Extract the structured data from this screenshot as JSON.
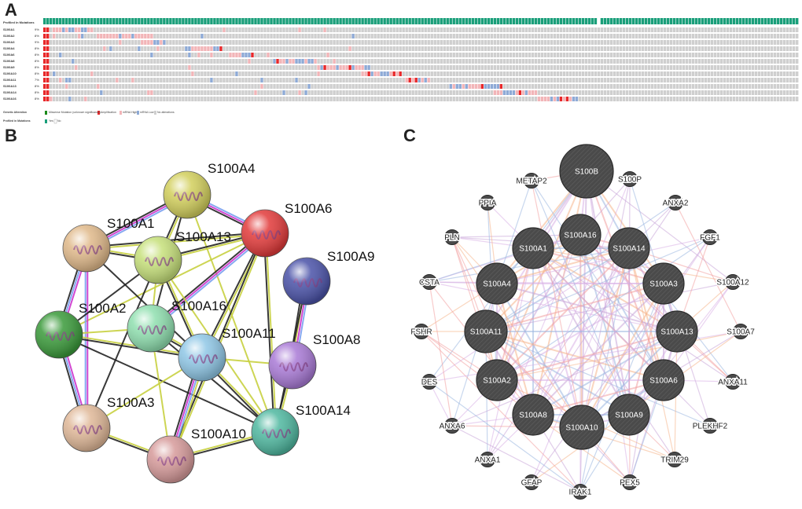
{
  "panels": {
    "a_letter": "A",
    "b_letter": "B",
    "c_letter": "C"
  },
  "oncoprint": {
    "header_label": "Profiled in Mutations",
    "genes": [
      {
        "name": "S100A1",
        "pct": "9%"
      },
      {
        "name": "S100A2",
        "pct": "8%"
      },
      {
        "name": "S100A3",
        "pct": "9%"
      },
      {
        "name": "S100A4",
        "pct": "8%"
      },
      {
        "name": "S100A6",
        "pct": "8%"
      },
      {
        "name": "S100A8",
        "pct": "8%"
      },
      {
        "name": "S100A9",
        "pct": "8%"
      },
      {
        "name": "S100A10",
        "pct": "8%"
      },
      {
        "name": "S100A11",
        "pct": "7%"
      },
      {
        "name": "S100A13",
        "pct": "8%"
      },
      {
        "name": "S100A14",
        "pct": "8%"
      },
      {
        "name": "S100A16",
        "pct": "8%"
      }
    ],
    "legend": {
      "genetic_alteration_label": "Genetic Alteration",
      "items": [
        "Missense Mutation (unknown significance)",
        "Amplification",
        "mRNA High",
        "mRNA Low",
        "No alterations"
      ],
      "profiled_label": "Profiled in Mutations",
      "profiled_items": [
        "Yes",
        "No"
      ]
    },
    "colors": {
      "profiled": "#1a9f7a",
      "missense": "#1a8a1a",
      "amplification": "#e8282a",
      "mrna_high": "#f2b5b8",
      "mrna_low": "#8eaad6",
      "no_alteration": "#cfcfcf"
    }
  },
  "string_network": {
    "nodes": [
      {
        "id": "S100A4",
        "label": "S100A4",
        "color": "#d2cf5c"
      },
      {
        "id": "S100A6",
        "label": "S100A6",
        "color": "#e23a3a"
      },
      {
        "id": "S100A1",
        "label": "S100A1",
        "color": "#e0b98a"
      },
      {
        "id": "S100A13",
        "label": "S100A13",
        "color": "#c6e07a"
      },
      {
        "id": "S100A9",
        "label": "S100A9",
        "color": "#4a52a8"
      },
      {
        "id": "S100A2",
        "label": "S100A2",
        "color": "#3a9a3a"
      },
      {
        "id": "S100A16",
        "label": "S100A16",
        "color": "#8fdfaf"
      },
      {
        "id": "S100A11",
        "label": "S100A11",
        "color": "#8fc7e6"
      },
      {
        "id": "S100A8",
        "label": "S100A8",
        "color": "#a97ad6"
      },
      {
        "id": "S100A3",
        "label": "S100A3",
        "color": "#e0b898"
      },
      {
        "id": "S100A10",
        "label": "S100A10",
        "color": "#d69a9a"
      },
      {
        "id": "S100A14",
        "label": "S100A14",
        "color": "#4fb8a0"
      }
    ]
  },
  "genemania_network": {
    "core_nodes": [
      "S100B",
      "S100A16",
      "S100A1",
      "S100A14",
      "S100A4",
      "S100A3",
      "S100A11",
      "S100A13",
      "S100A2",
      "S100A6",
      "S100A8",
      "S100A9",
      "S100A10"
    ],
    "outer_nodes": [
      "METAP2",
      "S100P",
      "ANXA2",
      "PPIA",
      "FGF1",
      "PLN",
      "CSTA",
      "S100A12",
      "FSHR",
      "S100A7",
      "DES",
      "ANXA11",
      "ANXA6",
      "PLEKHF2",
      "ANXA1",
      "TRIM29",
      "GFAP",
      "IRAK1",
      "PEX5"
    ]
  }
}
